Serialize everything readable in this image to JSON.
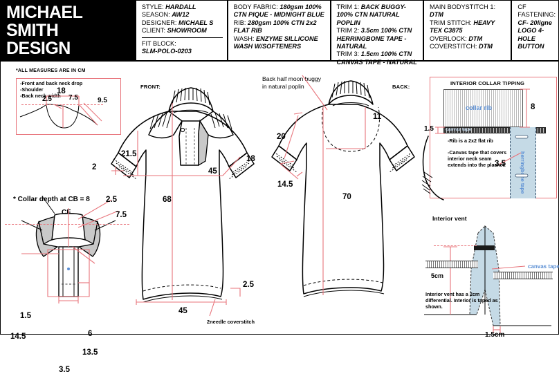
{
  "header": {
    "logo_lines": [
      "MICHAEL",
      "SMITH",
      "DESIGN"
    ],
    "col1": {
      "rows": [
        {
          "label": "STYLE:",
          "value": "HARDALL"
        },
        {
          "label": "SEASON:",
          "value": "AW12"
        },
        {
          "label": "DESIGNER:",
          "value": "MICHAEL S"
        },
        {
          "label": "CLIENT:",
          "value": "SHOWROOM"
        }
      ],
      "fitblock_label": "FIT BLOCK:",
      "fitblock_value": "SLM-POLO-0203"
    },
    "col2": {
      "rows": [
        {
          "label": "BODY FABRIC:",
          "value": "180gsm 100% CTN PIQUE - MIDNIGHT BLUE"
        },
        {
          "label": "RIB:",
          "value": "280gsm 100% CTN 2x2 FLAT RIB"
        },
        {
          "label": "WASH:",
          "value": "ENZYME SILLICONE WASH W/SOFTENERS"
        }
      ]
    },
    "col3": {
      "rows": [
        {
          "label": "TRIM 1:",
          "value": "BACK BUGGY- 100% CTN NATURAL POPLIN"
        },
        {
          "label": "TRIM 2:",
          "value": "3.5cm 100% CTN HERRINGBONE TAPE - NATURAL"
        },
        {
          "label": "TRIM 3:",
          "value": "1.5cm 100% CTN CANVAS TAPE - NATURAL"
        }
      ]
    },
    "col4": {
      "rows": [
        {
          "label": "MAIN BODYSTITCH 1:",
          "value": "DTM"
        },
        {
          "label": "TRIM STITCH:",
          "value": "HEAVY TEX C3875"
        },
        {
          "label": "OVERLOCK:",
          "value": "DTM"
        },
        {
          "label": "COVERSTITCH:",
          "value": "DTM"
        }
      ]
    },
    "col5": {
      "rows": [
        {
          "label": "CF FASTENING:",
          "value": "CF- 20ligne LOGO 4-HOLE BUTTON"
        }
      ]
    }
  },
  "notes": {
    "all_measures": "*ALL MEASURES ARE IN CM",
    "neckbox_lines": [
      "-Front and back neck drop",
      "-Shoulder",
      "-Back neck width"
    ],
    "collar_depth": "* Collar depth at CB = 8",
    "cf_label": "CF",
    "front_label": "FRONT:",
    "back_label": "BACK:",
    "back_buggy": "Back half moon buggy\nin natural poplin",
    "coverstitch": "2needle coverstitch",
    "collar_tipping_title": "INTERIOR COLLAR TIPPING",
    "rib_note": "-Rib is a 2x2 flat rib",
    "canvas_note": "-Canvas tape that covers\ninterior neck seam\nextends into the placket.",
    "collar_rib_label": "collar rib",
    "canvas_tape_label": "canvas tape",
    "herringbone_tape_label": "herringbone tape",
    "interior_vent_title": "Interior vent",
    "vent_note": "Interior vent has a 2cm\ndifferential. Interior is taped as\nshown.",
    "vent_canvas_tape": "canvas tape"
  },
  "measurements": {
    "neck_box": {
      "back_neck_width": "18",
      "front_drop": "2.5",
      "back_drop": "7.5",
      "shoulder": "9.5"
    },
    "front": {
      "sleeve_length": "21.5",
      "sleeve_opening_left": "2",
      "sleeve_opening_right": "18",
      "chest": "45",
      "body_length": "68",
      "hem": "45",
      "hem_depth": "2.5"
    },
    "back": {
      "sleeve_length": "20",
      "cuff": "14.5",
      "back_neck_depth": "11",
      "body_length": "70"
    },
    "collar": {
      "stand": "2.5",
      "fall": "7.5",
      "placket_top": "1.5",
      "placket_length": "14.5",
      "placket_detail": "6",
      "placket_inner": "13.5",
      "placket_width": "3.5"
    },
    "tipping": {
      "rib_depth": "8",
      "canvas_width": "1.5",
      "herringbone_width": "3.5"
    },
    "vent": {
      "height": "5cm",
      "width": "1.5cm"
    }
  },
  "colors": {
    "accent_red": "#e8737a",
    "tape_blue": "#5b8fd4",
    "herringbone": "#c5dae6",
    "ink": "#000000"
  }
}
